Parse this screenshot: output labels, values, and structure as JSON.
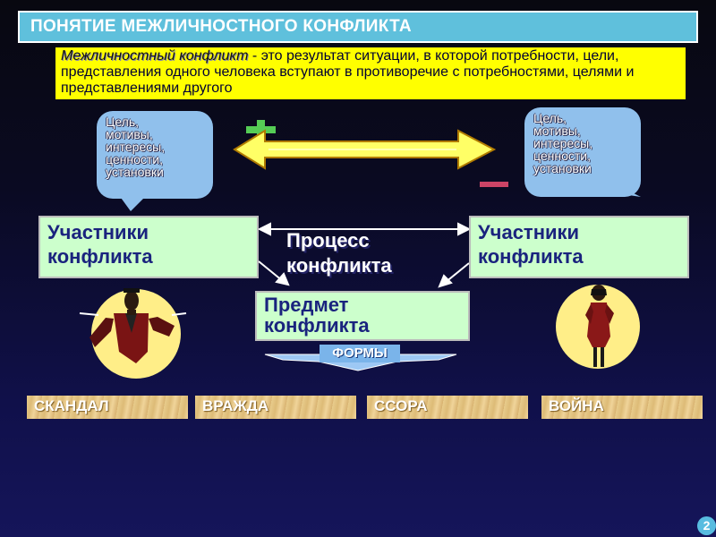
{
  "slide": {
    "title": "ПОНЯТИЕ МЕЖЛИЧНОСТНОГО КОНФЛИКТА",
    "definition": {
      "term": "Межличностный конфликт",
      "text": " - это результат ситуации, в которой потребности, цели, представления одного человека вступают в противоречие с потребностями, целями и представлениями другого"
    },
    "bubble_left": {
      "lines": [
        "Цель,",
        "мотивы,",
        "интересы,",
        "ценности,",
        "установки"
      ]
    },
    "bubble_right": {
      "lines": [
        "Цель,",
        "мотивы,",
        "интересы,",
        "ценности,",
        "установки"
      ]
    },
    "participants_left": {
      "lines": [
        "Участники",
        "конфликта"
      ]
    },
    "participants_right": {
      "lines": [
        "Участники",
        "конфликта"
      ]
    },
    "process": {
      "lines": [
        "Процесс",
        "конфликта"
      ]
    },
    "subject": {
      "lines": [
        "Предмет",
        "конфликта"
      ]
    },
    "forms_label": "ФОРМЫ",
    "forms": [
      "СКАНДАЛ",
      "ВРАЖДА",
      "ССОРА",
      "ВОЙНА"
    ],
    "page_number": "2",
    "colors": {
      "title_bar": "#5fc0dc",
      "definition_bg": "#ffff00",
      "bubble": "#90c0ec",
      "box_fill": "#ccffcc",
      "box_text": "#1a237e",
      "plus_sign": "#55cc55",
      "minus_sign": "#cc4466",
      "double_arrow": "#ffff66",
      "figure_circle": "#ffee88",
      "page_badge": "#58bce0"
    },
    "icons": [
      "plus-sign-icon",
      "minus-sign-icon",
      "double-arrow-icon",
      "man-silhouette-icon",
      "woman-silhouette-icon",
      "forms-down-arrow-icon"
    ]
  }
}
